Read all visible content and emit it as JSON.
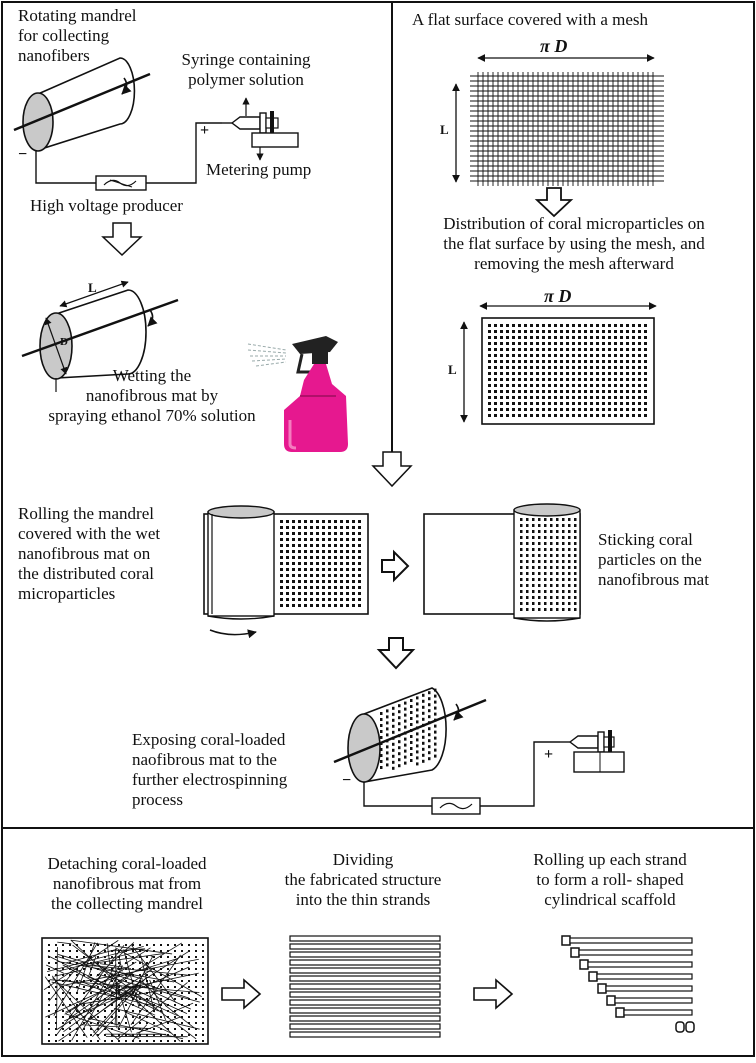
{
  "top_left": {
    "mandrel_label": "Rotating mandrel\nfor collecting\nnanofibers",
    "syringe_label": "Syringe containing\npolymer solution",
    "pump_label": "Metering pump",
    "hv_label": "High voltage producer",
    "minus": "−",
    "plus": "+"
  },
  "wetting": {
    "label": "Wetting the\nnanofibrous mat by\nspraying ethanol 70% solution",
    "length_symbol": "L",
    "diameter_symbol": "D"
  },
  "top_right": {
    "mesh_title": "A flat surface covered with a mesh",
    "pi_d": "π D",
    "length_symbol": "L",
    "distribution_label": "Distribution of coral microparticles on\nthe flat surface by using the mesh, and\nremoving the mesh afterward"
  },
  "rolling": {
    "left_label": "Rolling the mandrel\ncovered with the wet\nnanofibrous mat on\nthe distributed coral\nmicroparticles",
    "right_label": "Sticking coral\nparticles on the\nnanofibrous mat"
  },
  "exposing": {
    "label": "Exposing coral-loaded\nnaofibrous mat to the\nfurther electrospinning\nprocess",
    "minus": "−",
    "plus": "+"
  },
  "bottom": {
    "detach_label": "Detaching coral-loaded\nnanofibrous mat from\nthe collecting mandrel",
    "divide_label": "Dividing\nthe fabricated structure\ninto the thin strands",
    "roll_label": "Rolling up each strand\nto form a roll- shaped\ncylindrical scaffold"
  },
  "colors": {
    "line": "#111111",
    "mandrel_face": "#c9c9c9",
    "bottle": "#e6188f",
    "bottle_dark": "#b0106a",
    "trigger": "#222222"
  }
}
